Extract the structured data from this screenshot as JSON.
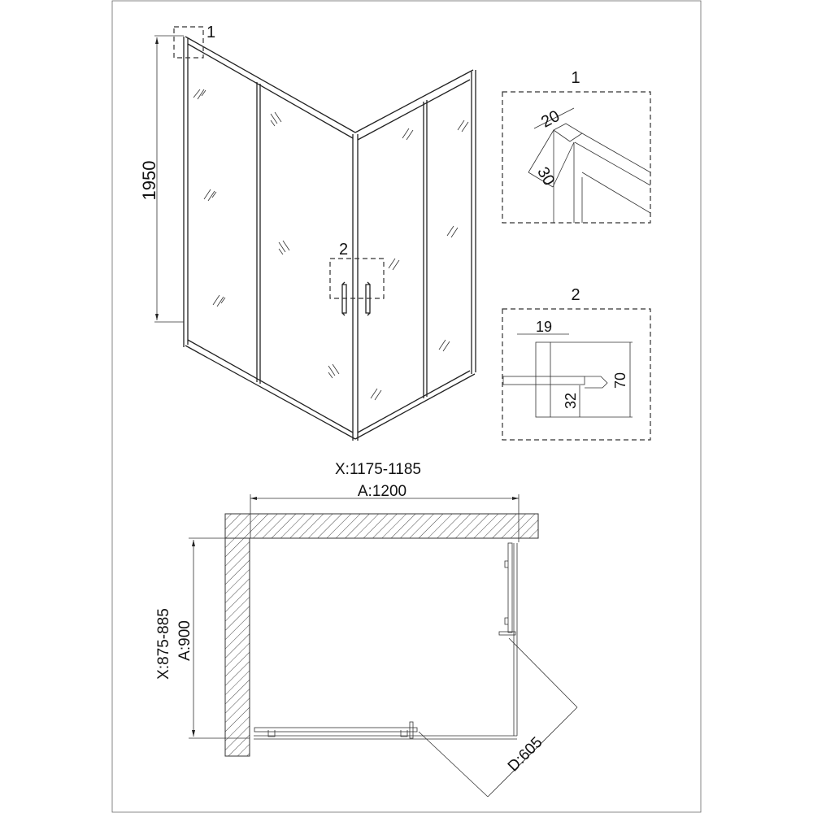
{
  "iso_view": {
    "height_label": "1950",
    "callout_1": "1",
    "callout_2": "2"
  },
  "detail_1": {
    "title": "1",
    "width_label": "20",
    "depth_label": "30"
  },
  "detail_2": {
    "title": "2",
    "width_label": "19",
    "height_label": "70",
    "offset_label": "32"
  },
  "plan_view": {
    "x_range_width": "X:1175-1185",
    "a_width": "A:1200",
    "x_range_depth": "X:875-885",
    "a_depth": "A:900",
    "door_opening": "D:605"
  }
}
